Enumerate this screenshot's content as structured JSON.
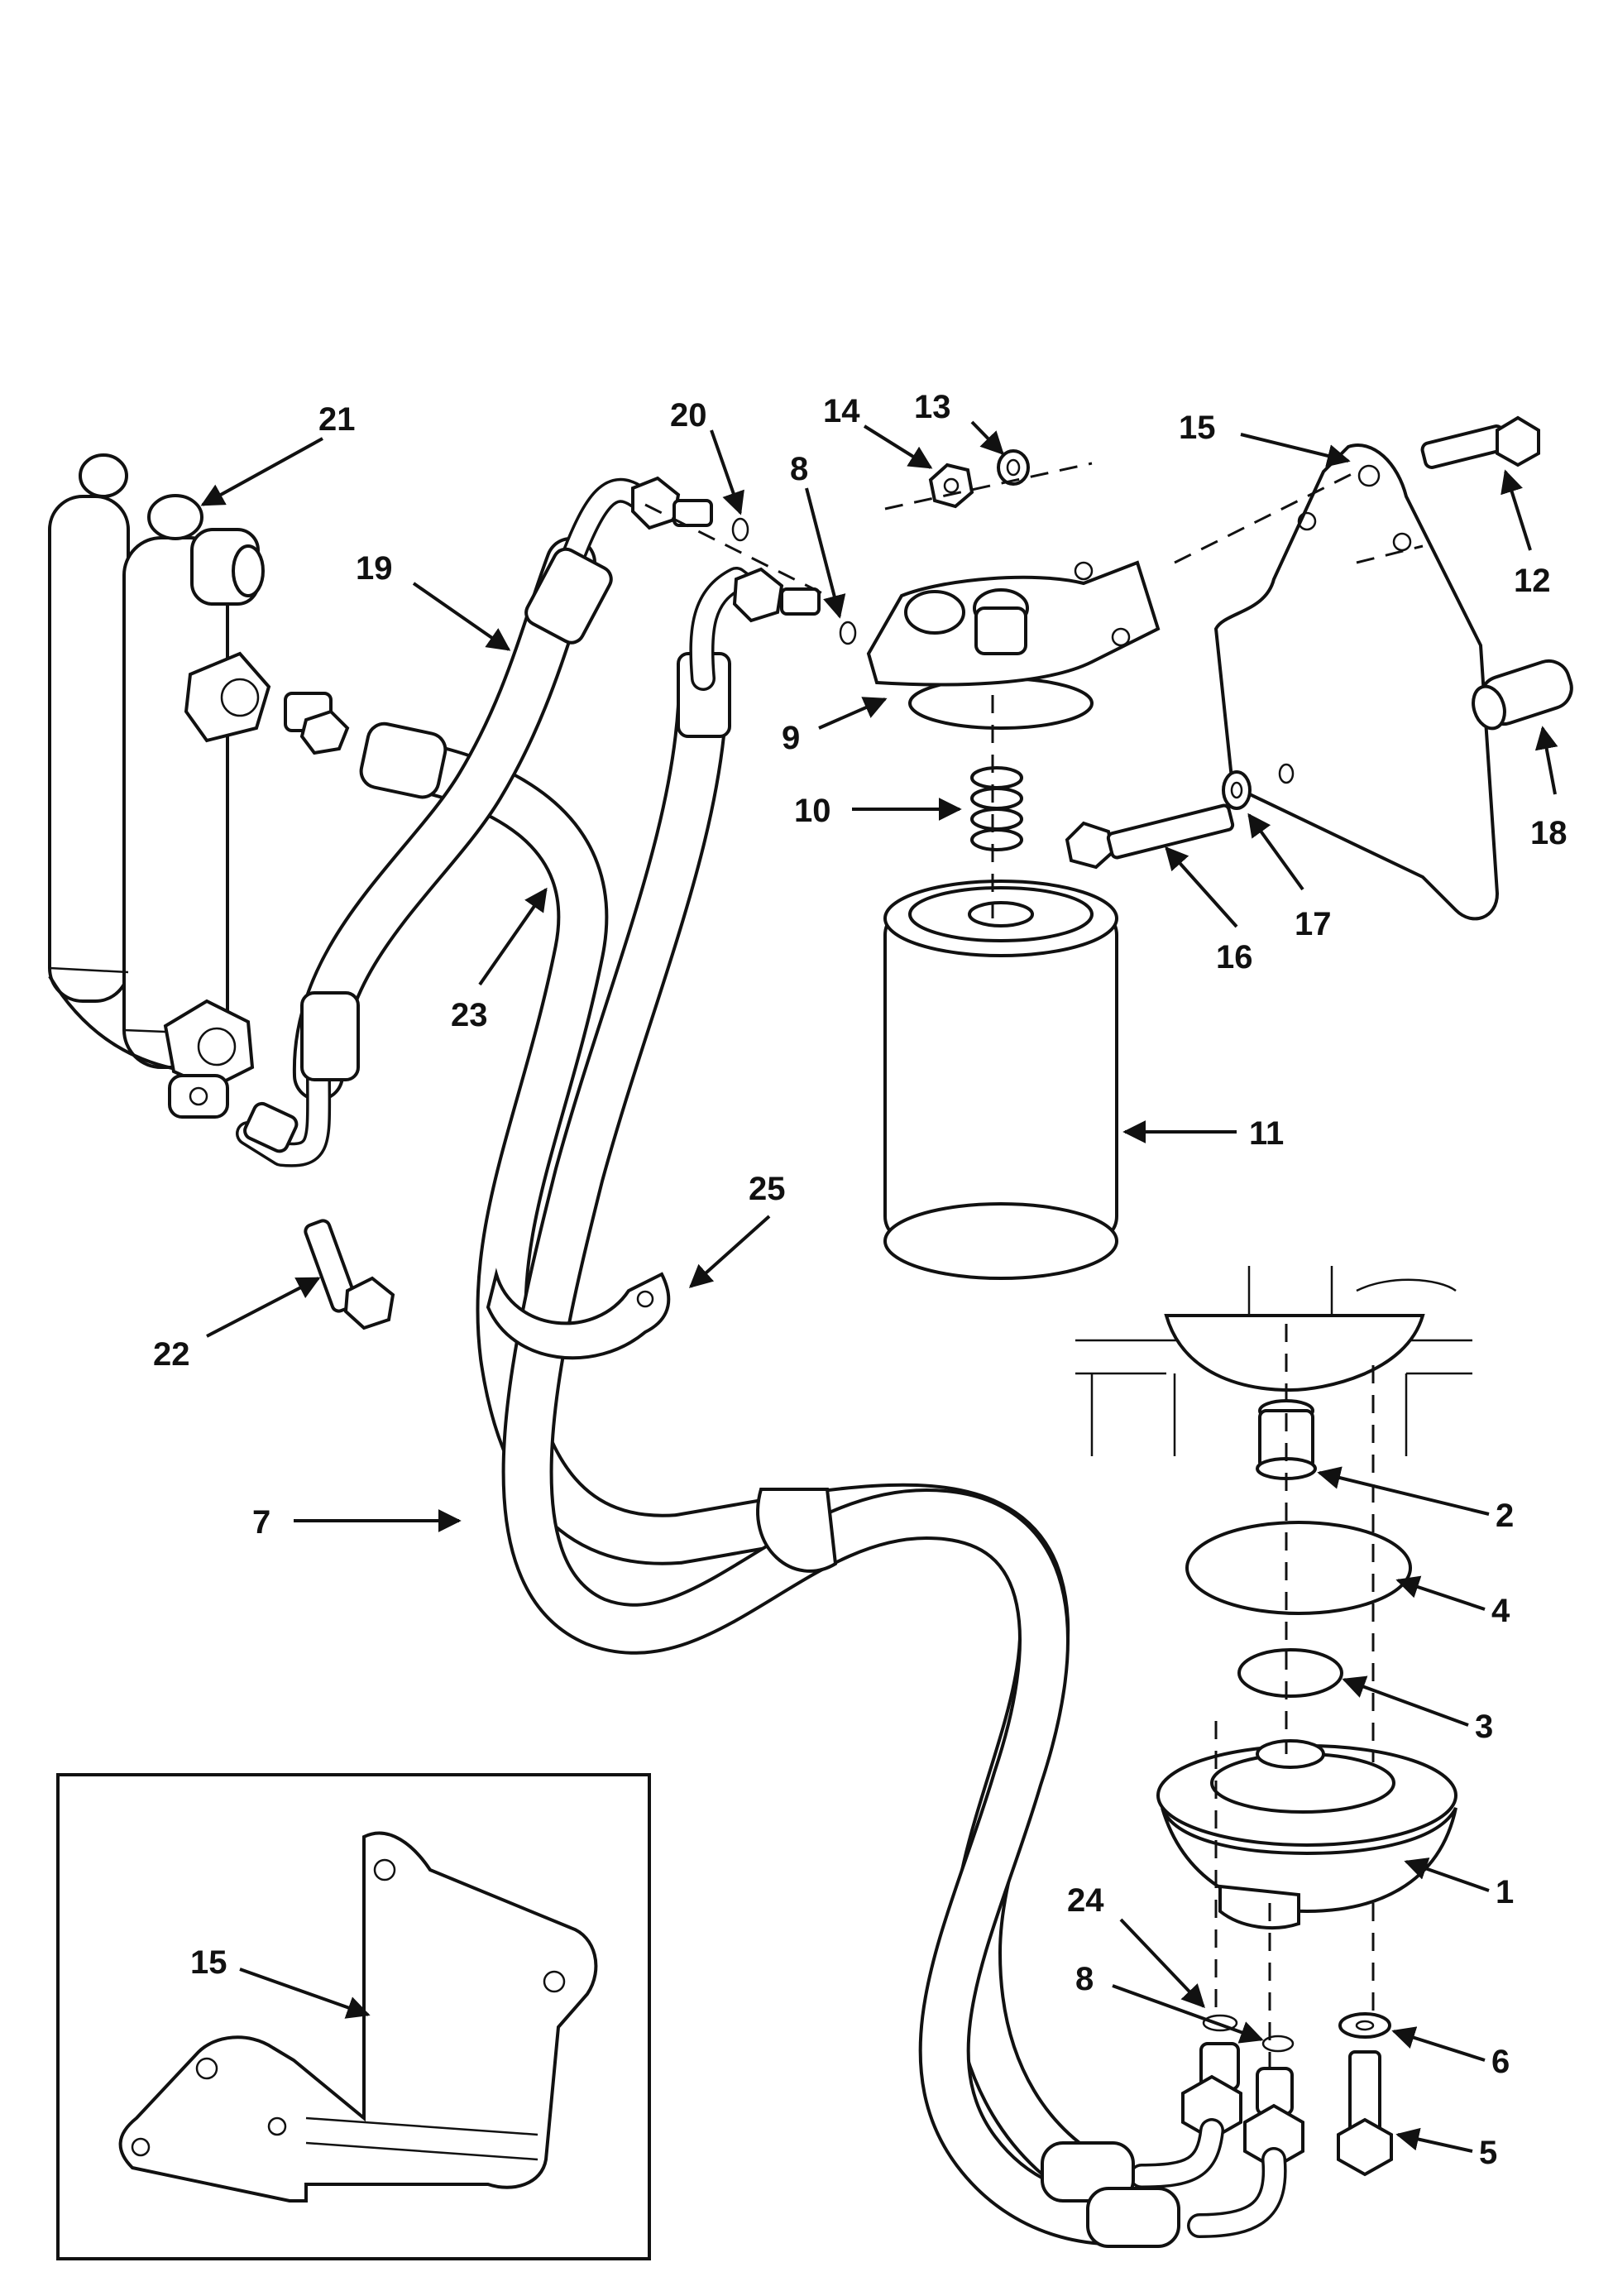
{
  "diagram": {
    "callouts": [
      {
        "id": "1",
        "label": "1"
      },
      {
        "id": "2",
        "label": "2"
      },
      {
        "id": "3",
        "label": "3"
      },
      {
        "id": "4",
        "label": "4"
      },
      {
        "id": "5",
        "label": "5"
      },
      {
        "id": "6",
        "label": "6"
      },
      {
        "id": "7",
        "label": "7"
      },
      {
        "id": "8a",
        "label": "8"
      },
      {
        "id": "8b",
        "label": "8"
      },
      {
        "id": "9",
        "label": "9"
      },
      {
        "id": "10",
        "label": "10"
      },
      {
        "id": "11",
        "label": "11"
      },
      {
        "id": "12",
        "label": "12"
      },
      {
        "id": "13",
        "label": "13"
      },
      {
        "id": "14",
        "label": "14"
      },
      {
        "id": "15",
        "label": "15"
      },
      {
        "id": "15i",
        "label": "15"
      },
      {
        "id": "16",
        "label": "16"
      },
      {
        "id": "17",
        "label": "17"
      },
      {
        "id": "18",
        "label": "18"
      },
      {
        "id": "19",
        "label": "19"
      },
      {
        "id": "20",
        "label": "20"
      },
      {
        "id": "21",
        "label": "21"
      },
      {
        "id": "22",
        "label": "22"
      },
      {
        "id": "23",
        "label": "23"
      },
      {
        "id": "24",
        "label": "24"
      },
      {
        "id": "25",
        "label": "25"
      }
    ]
  }
}
